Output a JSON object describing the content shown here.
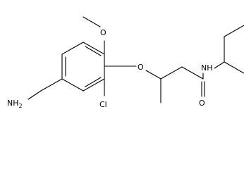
{
  "molecule": {
    "atoms": {
      "amine": "NH",
      "amine_subscript": "2",
      "methoxy_oxygen": "O",
      "ether_oxygen": "O",
      "amide_nitrogen": "N",
      "amide_hydrogen": "H",
      "carbonyl_oxygen": "O",
      "chlorine": "Cl"
    },
    "colors": {
      "bond": "#000000",
      "label": "#000000",
      "background": "#ffffff"
    }
  }
}
